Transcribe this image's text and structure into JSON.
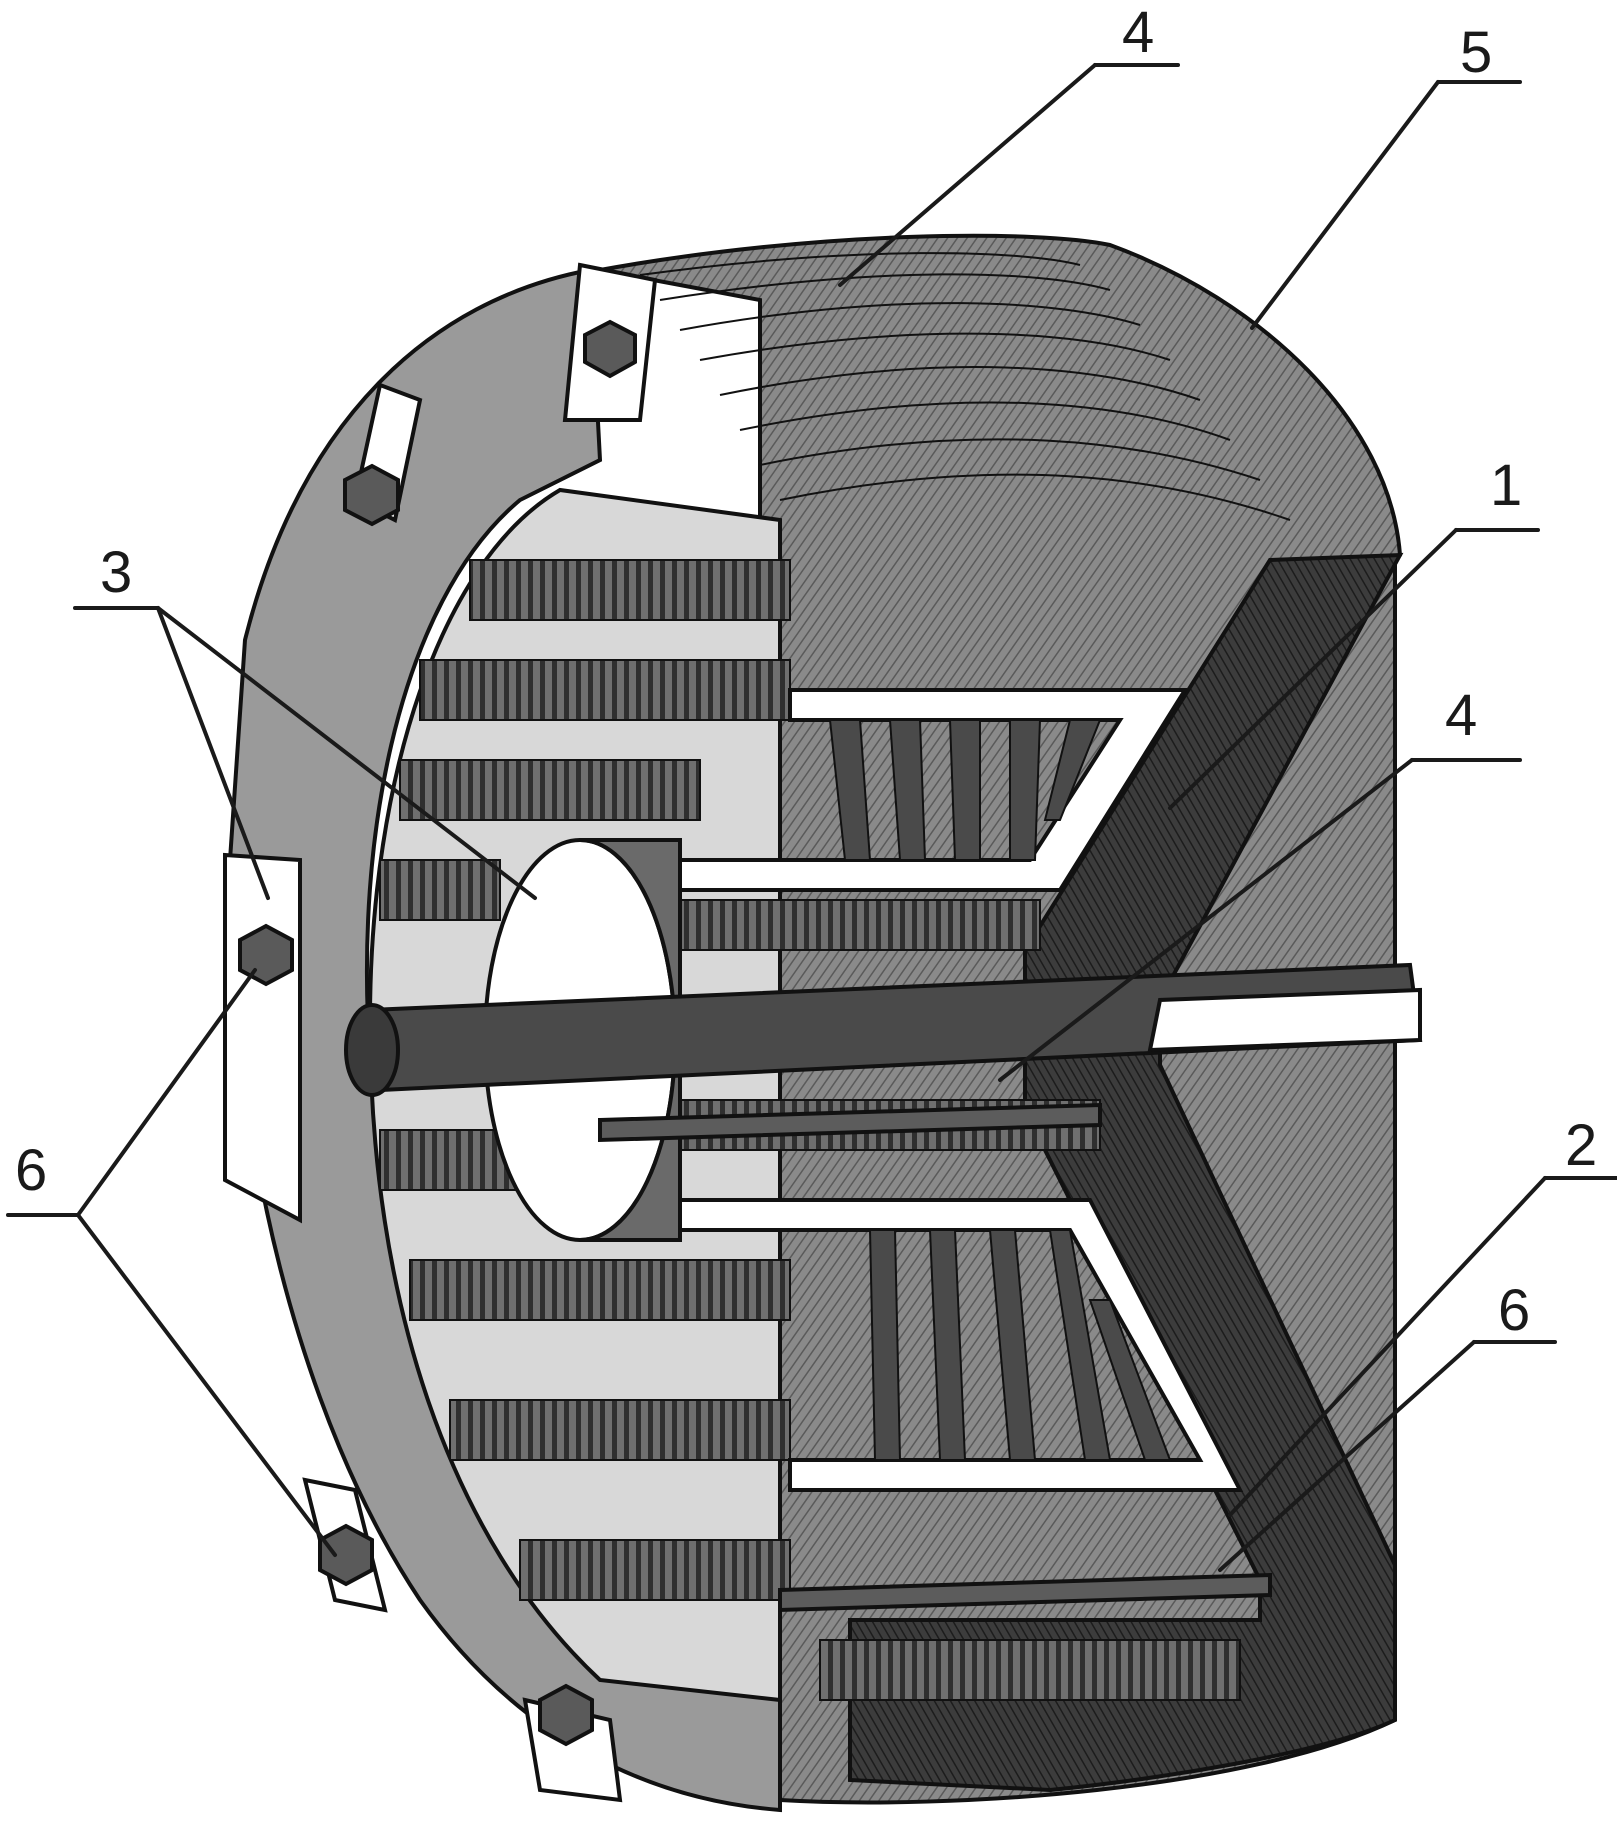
{
  "figure": {
    "labels": [
      "4",
      "5",
      "1",
      "3",
      "4",
      "2",
      "6",
      "6"
    ]
  },
  "colors": {
    "ink": "#111111",
    "shade_dark": "#3a3a3a",
    "shade_mid": "#7d7d7d",
    "shade_light": "#b5b5b5",
    "paper": "#ffffff"
  }
}
